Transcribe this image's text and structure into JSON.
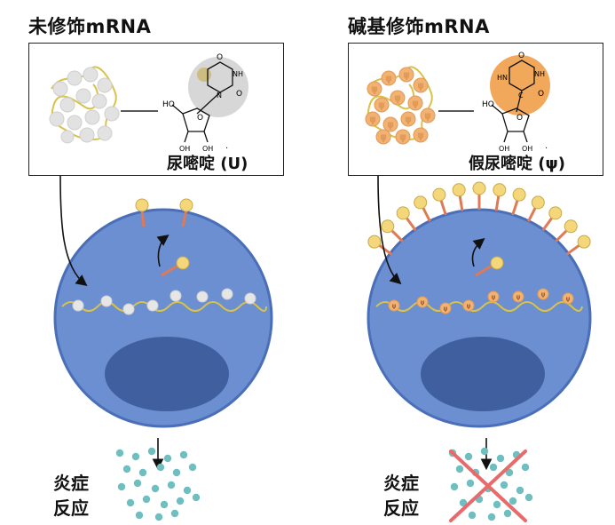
{
  "left": {
    "title": "未修饰mRNA",
    "nucleoside_label": "尿嘧啶 (U)",
    "response_line1": "炎症",
    "response_line2": "反应"
  },
  "right": {
    "title": "碱基修饰mRNA",
    "nucleoside_label": "假尿嘧啶 (ψ)",
    "response_line1": "炎症",
    "response_line2": "反应",
    "base_glyph": "ψ"
  },
  "structure": {
    "o": "O",
    "nh": "NH",
    "hn": "HN",
    "n": "N",
    "c": "C",
    "oh": "OH",
    "ho": "HO",
    "dot": "·"
  },
  "colors": {
    "cell": "#6b8fd0",
    "cell_edge": "#4a6fb8",
    "nucleus": "#3f5f9e",
    "receptor_head": "#f4d77a",
    "receptor_stem": "#e07a55",
    "psi_ball": "#f2b274",
    "u_ball": "#e6e6e6",
    "mrna_strand": "#d9c24a",
    "cytokine": "#6fbfc0",
    "cross": "#e86a6a"
  }
}
